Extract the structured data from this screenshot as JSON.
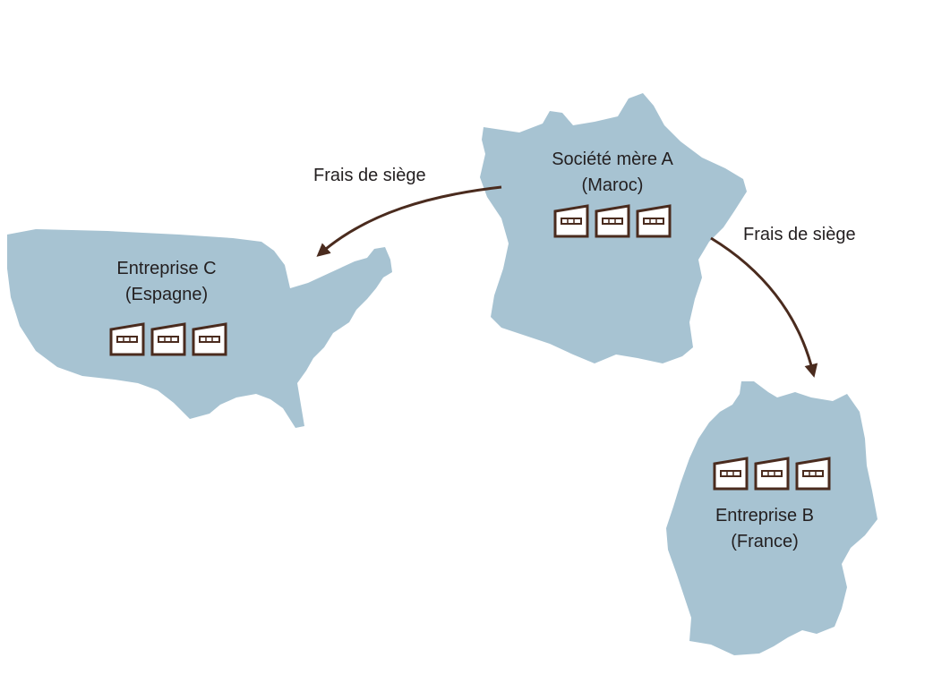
{
  "colors": {
    "land": "#a7c3d2",
    "arrow": "#4a2b1e",
    "factory": "#4a2b1e",
    "text": "#231f20"
  },
  "nodes": {
    "parent": {
      "line1": "Société mère A",
      "line2": "(Maroc)",
      "icon": "factory-icon"
    },
    "company_b": {
      "line1": "Entreprise B",
      "line2": "(France)",
      "icon": "factory-icon"
    },
    "company_c": {
      "line1": "Entreprise C",
      "line2": "(Espagne)",
      "icon": "factory-icon"
    }
  },
  "edges": [
    {
      "from": "parent",
      "to": "company_c",
      "label": "Frais de siège"
    },
    {
      "from": "parent",
      "to": "company_b",
      "label": "Frais de siège"
    }
  ]
}
